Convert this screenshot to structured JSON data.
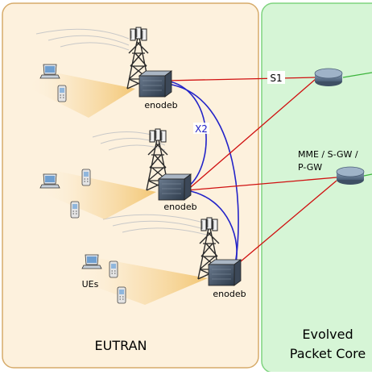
{
  "regions": {
    "left": {
      "label": "EUTRAN"
    },
    "right": {
      "line1": "Evolved",
      "line2": "Packet Core"
    }
  },
  "labels": {
    "enodeb_top": "enodeb",
    "enodeb_mid": "enodeb",
    "enodeb_bottom": "enodeb",
    "ues": "UEs",
    "x2": "X2",
    "s1": "S1",
    "core_line1": "MME / S-GW /",
    "core_line2": "P-GW"
  },
  "colors": {
    "eutran_fill": "#fdf1dd",
    "eutran_border": "#d6ab6a",
    "epc_fill": "#d6f5d6",
    "epc_border": "#7fd37f",
    "s1_link": "#d01010",
    "x2_link": "#2323c8",
    "router": "#5f7894"
  }
}
